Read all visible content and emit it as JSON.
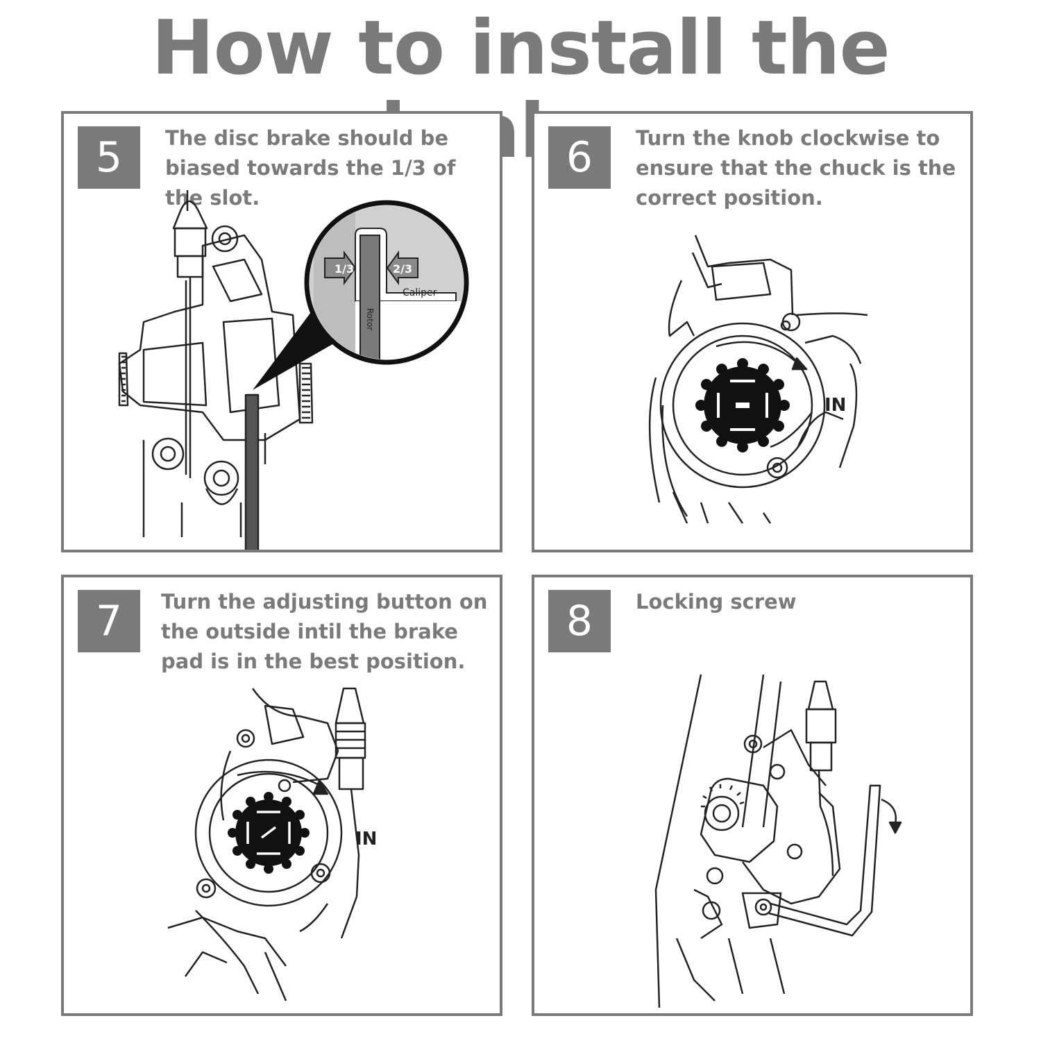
{
  "title": "How to install the brakes",
  "steps": [
    {
      "number": "5",
      "text": "The disc brake should be biased towards the 1/3 of the slot.",
      "labels": {
        "left": "1/3",
        "right": "2/3",
        "caliper": "Caliper",
        "rotor": "Rotor"
      }
    },
    {
      "number": "6",
      "text": "Turn the knob clockwise to ensure that the chuck is the correct position.",
      "labels": {
        "in": "IN"
      }
    },
    {
      "number": "7",
      "text": "Turn the adjusting button on the outside intil the brake pad is in the best position.",
      "labels": {
        "in": "IN"
      }
    },
    {
      "number": "8",
      "text": "Locking screw"
    }
  ],
  "colors": {
    "accent": "#7a7a7a",
    "line": "#222222"
  }
}
